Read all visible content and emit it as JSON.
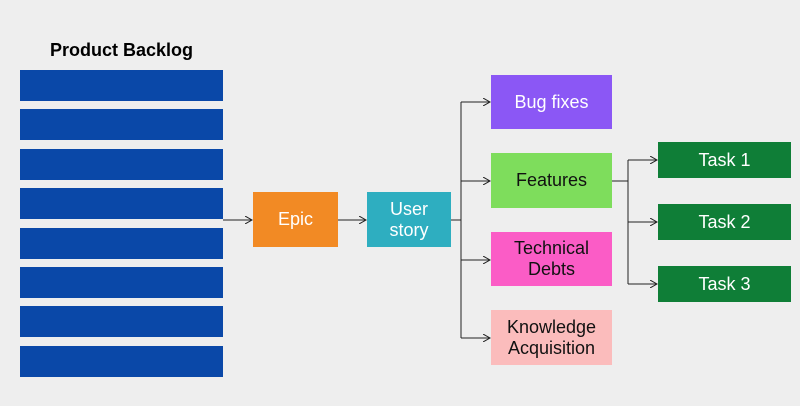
{
  "backlog": {
    "title": "Product Backlog",
    "bar_count": 8,
    "color": "#0a48a8"
  },
  "nodes": {
    "epic": {
      "label": "Epic",
      "color": "#f28a24"
    },
    "user_story": {
      "label": "User story",
      "color": "#2eaec0"
    },
    "bug_fixes": {
      "label": "Bug fixes",
      "color": "#8b57f5"
    },
    "features": {
      "label": "Features",
      "color": "#7edd5c"
    },
    "technical_debts": {
      "label": "Technical Debts",
      "color": "#fb5cc6"
    },
    "knowledge_acquisition": {
      "label": "Knowledge Acquisition",
      "color": "#fbbcbc"
    },
    "task1": {
      "label": "Task 1",
      "color": "#0f7e37"
    },
    "task2": {
      "label": "Task 2",
      "color": "#0f7e37"
    },
    "task3": {
      "label": "Task 3",
      "color": "#0f7e37"
    }
  },
  "edges": [
    [
      "backlog",
      "epic"
    ],
    [
      "epic",
      "user_story"
    ],
    [
      "user_story",
      "bug_fixes"
    ],
    [
      "user_story",
      "features"
    ],
    [
      "user_story",
      "technical_debts"
    ],
    [
      "user_story",
      "knowledge_acquisition"
    ],
    [
      "features",
      "task1"
    ],
    [
      "features",
      "task2"
    ],
    [
      "features",
      "task3"
    ]
  ]
}
